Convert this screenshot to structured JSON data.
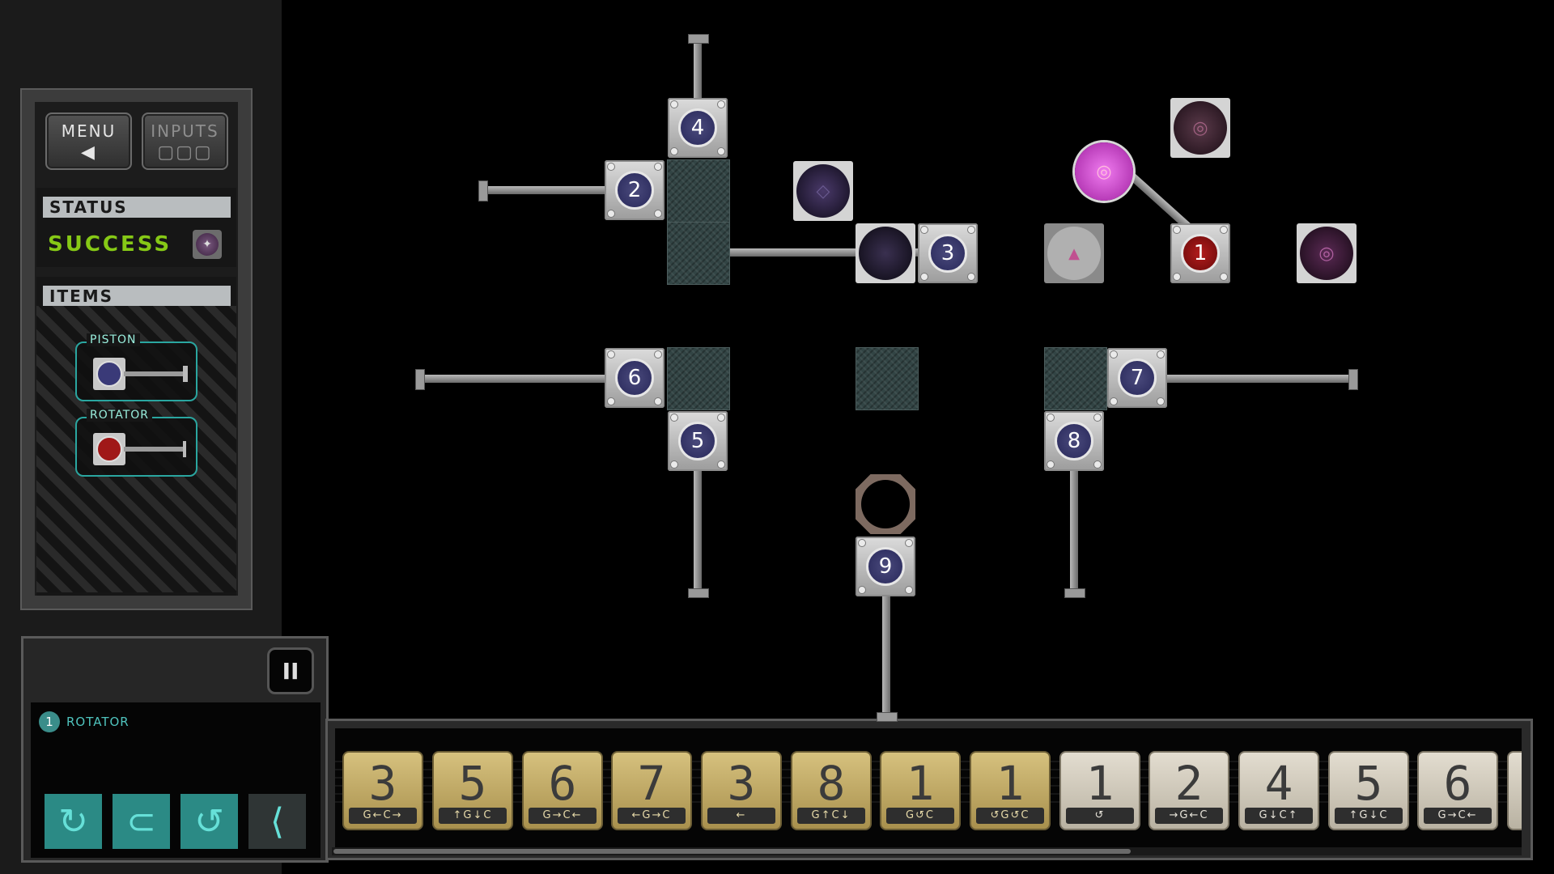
{
  "menu": {
    "label": "MENU",
    "glyph": "◀"
  },
  "inputs": {
    "label": "INPUTS",
    "glyph": "▢▢▢"
  },
  "status": {
    "title": "STATUS",
    "value": "SUCCESS",
    "icon": "target-icon"
  },
  "items": {
    "title": "ITEMS",
    "list": [
      {
        "label": "PISTON",
        "color": "#3a3a78"
      },
      {
        "label": "ROTATOR",
        "color": "#a01818"
      }
    ]
  },
  "selection": {
    "number": "1",
    "label": "ROTATOR"
  },
  "controls": {
    "pause_glyph": "II",
    "actions": [
      {
        "icon": "rotate-cw-icon",
        "glyph": "↻"
      },
      {
        "icon": "grab-icon",
        "glyph": "⊂"
      },
      {
        "icon": "rotate-ccw-icon",
        "glyph": "↺"
      },
      {
        "icon": "release-icon",
        "glyph": "⟨"
      }
    ]
  },
  "timeline": {
    "cards": [
      {
        "num": "3",
        "icons": "G←C→"
      },
      {
        "num": "5",
        "icons": "↑G↓C"
      },
      {
        "num": "6",
        "icons": "G→C←"
      },
      {
        "num": "7",
        "icons": "←G→C"
      },
      {
        "num": "3",
        "icons": "←"
      },
      {
        "num": "8",
        "icons": "G↑C↓"
      },
      {
        "num": "1",
        "icons": "G↺C"
      },
      {
        "num": "1",
        "icons": "↺G↺C"
      },
      {
        "num": "1",
        "icons": "↺"
      },
      {
        "num": "2",
        "icons": "→G←C"
      },
      {
        "num": "4",
        "icons": "G↓C↑"
      },
      {
        "num": "5",
        "icons": "↑G↓C"
      },
      {
        "num": "6",
        "icons": "G→C←"
      }
    ]
  },
  "board": {
    "anchors": [
      {
        "num": "1"
      },
      {
        "num": "2"
      },
      {
        "num": "3"
      },
      {
        "num": "4"
      },
      {
        "num": "5"
      },
      {
        "num": "6"
      },
      {
        "num": "7"
      },
      {
        "num": "8"
      },
      {
        "num": "9"
      }
    ],
    "colors": {
      "piston": "#3a3a78",
      "rotator": "#a01818",
      "success": "#86c916",
      "accent": "#2aa6a0",
      "magenta": "#c03fc0"
    }
  }
}
